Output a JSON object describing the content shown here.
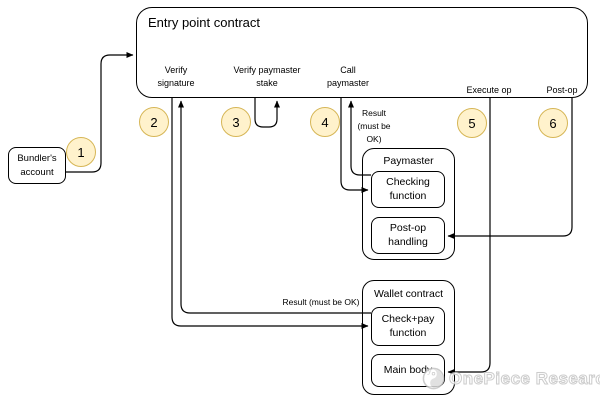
{
  "entry_box": {
    "title": "Entry point contract",
    "labels": {
      "verify_signature": "Verify signature",
      "verify_paymaster_stake": "Verify paymaster stake",
      "call_paymaster": "Call paymaster",
      "execute_op": "Execute op",
      "post_op": "Post-op"
    }
  },
  "bundler": {
    "label": "Bundler's account"
  },
  "steps": [
    "1",
    "2",
    "3",
    "4",
    "5",
    "6"
  ],
  "paymaster": {
    "title": "Paymaster",
    "checking": "Checking function",
    "post_op_handling": "Post-op handling"
  },
  "wallet": {
    "title": "Wallet contract",
    "check_pay": "Check+pay function",
    "main_body": "Main body"
  },
  "annotations": {
    "result_paymaster": {
      "l1": "Result",
      "l2": "(must be",
      "l3": "OK)"
    },
    "result_wallet": "Result (must be OK)"
  },
  "watermark": {
    "text": "OnePiece Research"
  },
  "colors": {
    "step_fill": "#fff2cc",
    "step_stroke": "#d6b656",
    "line": "#000000",
    "box_border": "#000000",
    "watermark": "#c4c4c4"
  }
}
